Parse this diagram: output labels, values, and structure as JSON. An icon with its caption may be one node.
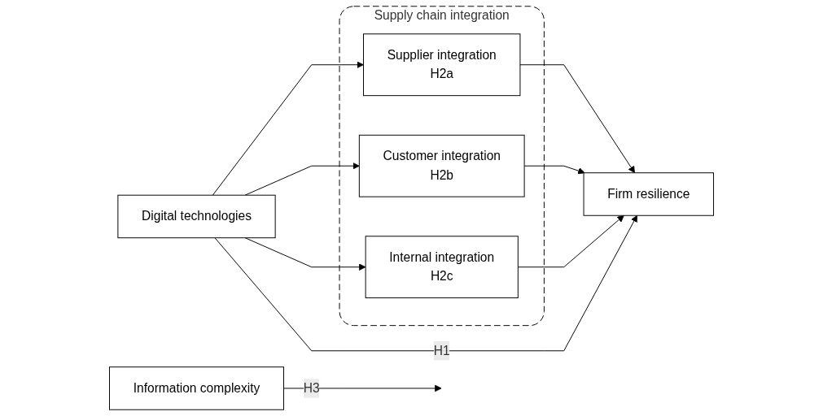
{
  "diagram": {
    "nodes": [
      {
        "text": [
          "Digital technologies"
        ]
      },
      {
        "text": [
          "Supply chain integration"
        ]
      },
      {
        "text": [
          "Supplier integration",
          "H2a"
        ],
        "in": 1
      },
      {
        "text": [
          "Customer integration",
          "H2b"
        ],
        "in": 1
      },
      {
        "text": [
          "Internal integration",
          "H2c"
        ],
        "in": 1
      },
      {
        "text": [
          "Firm resilience"
        ]
      },
      {
        "text": [
          "Information complexity"
        ]
      }
    ],
    "edges": [
      {
        "from": 0,
        "to": 2,
        "arrow": "to"
      },
      {
        "from": 0,
        "to": 3,
        "arrow": "to"
      },
      {
        "from": 0,
        "to": 4,
        "arrow": "to"
      },
      {
        "from": 2,
        "to": 5,
        "arrow": "to"
      },
      {
        "from": 3,
        "to": 5,
        "arrow": "to"
      },
      {
        "from": 4,
        "to": 5,
        "arrow": "to"
      },
      {
        "from": 0,
        "to": 5,
        "arrow": "to",
        "label": "H1"
      },
      {
        "from": 6,
        "to": null,
        "arrow": "to",
        "label": "H3"
      }
    ]
  }
}
